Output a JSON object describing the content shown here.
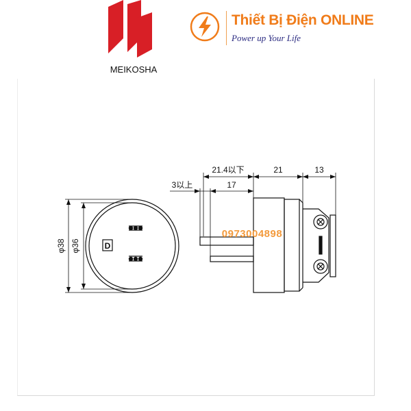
{
  "brand": {
    "logo_text": "MEIKOSHA",
    "logo_color": "#d81f26",
    "icon": "lightning-bolt-icon",
    "title": "Thiết Bị Điện ONLINE",
    "tagline": "Power up Your Life",
    "accent_color": "#f07c1a"
  },
  "drawing": {
    "dimensions": {
      "outer_diameter": "φ38",
      "inner_diameter": "φ36",
      "pin_exposed": "21.4以下",
      "body_length": "21",
      "cord_clamp_length": "13",
      "pin_tip": "3以上",
      "pin_length": "17"
    },
    "face_mark": "D",
    "watermark_phone": "0973004898"
  }
}
